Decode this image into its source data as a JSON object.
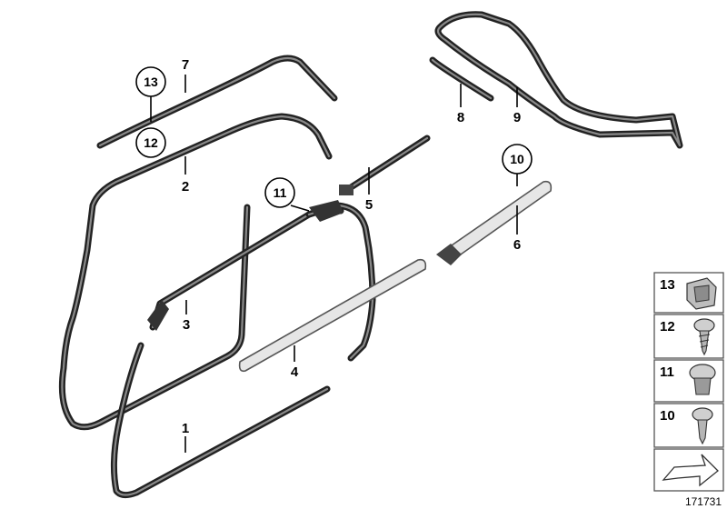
{
  "labels": {
    "p1": "1",
    "p2": "2",
    "p3": "3",
    "p4": "4",
    "p5": "5",
    "p6": "6",
    "p7": "7",
    "p8": "8",
    "p9": "9"
  },
  "callouts": {
    "c13": "13",
    "c12": "12",
    "c11": "11",
    "c10": "10"
  },
  "legend": {
    "items": [
      "13",
      "12",
      "11",
      "10"
    ]
  },
  "doc_id": "171731"
}
